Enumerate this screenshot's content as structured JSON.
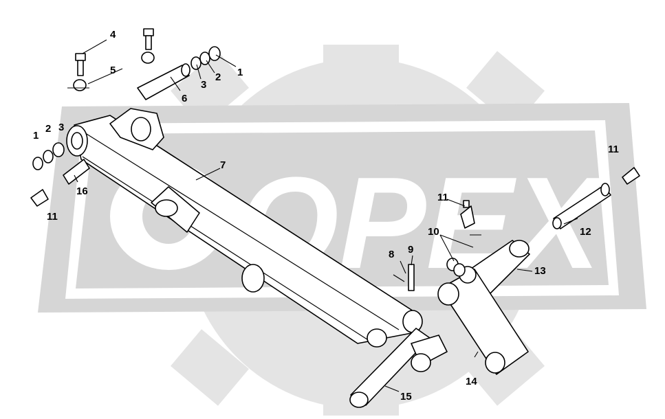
{
  "watermark": {
    "text": "OPEX"
  },
  "callouts": {
    "c1a": "1",
    "c2a": "2",
    "c3a": "3",
    "c4": "4",
    "c5": "5",
    "c6": "6",
    "c1b": "1",
    "c2b": "2",
    "c3b": "3",
    "c16": "16",
    "c11a": "11",
    "c7": "7",
    "c8": "8",
    "c9": "9",
    "c11b": "11",
    "c10": "10",
    "c11c": "11",
    "c12": "12",
    "c13": "13",
    "c14": "14",
    "c15": "15"
  }
}
